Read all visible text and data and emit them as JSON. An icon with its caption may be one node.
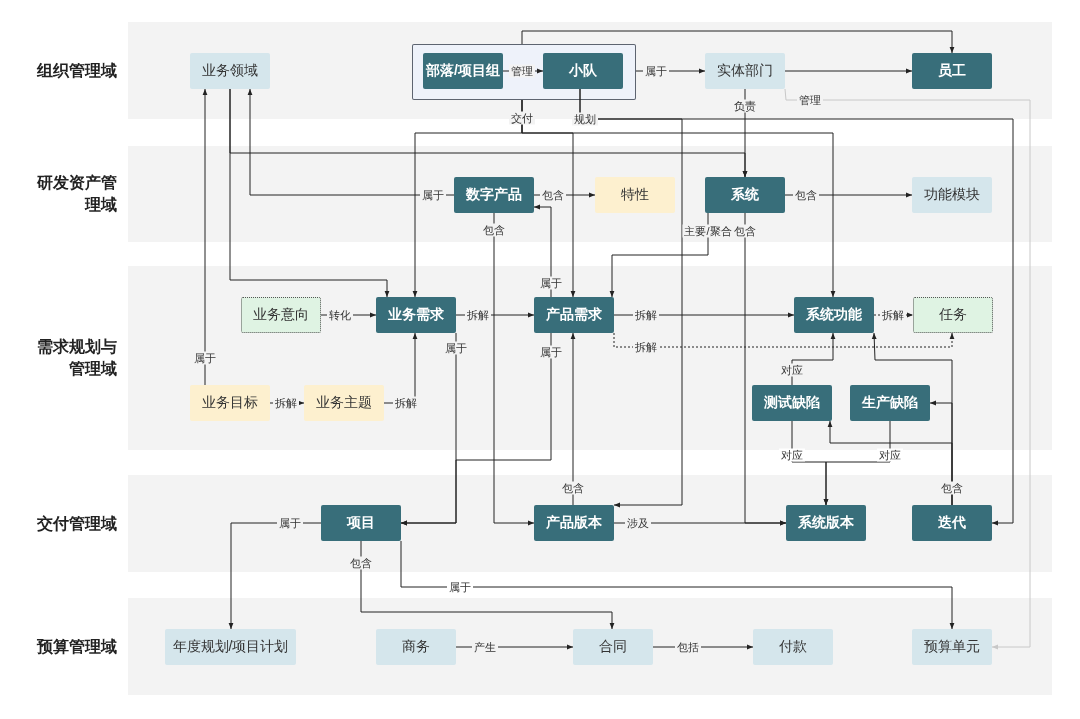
{
  "diagram": {
    "nodes": [
      {
        "text": [
          "组织管理域"
        ]
      },
      {
        "text": [
          "研发资产管理域"
        ]
      },
      {
        "text": [
          "需求规划与管理域"
        ]
      },
      {
        "text": [
          "交付管理域"
        ]
      },
      {
        "text": [
          "预算管理域"
        ]
      },
      {
        "text": [
          "业务领域"
        ],
        "in": 0
      },
      {
        "text": [],
        "shape": "box",
        "in": 0
      },
      {
        "text": [
          "部落/项目组"
        ],
        "in": 6
      },
      {
        "text": [
          "小队"
        ],
        "in": 6
      },
      {
        "text": [
          "实体部门"
        ],
        "in": 0
      },
      {
        "text": [
          "员工"
        ],
        "in": 0
      },
      {
        "text": [
          "数字产品"
        ],
        "in": 1
      },
      {
        "text": [
          "特性"
        ],
        "in": 1
      },
      {
        "text": [
          "系统"
        ],
        "in": 1
      },
      {
        "text": [
          "功能模块"
        ],
        "in": 1
      },
      {
        "text": [
          "业务意向"
        ],
        "in": 2
      },
      {
        "text": [
          "业务需求"
        ],
        "in": 2
      },
      {
        "text": [
          "产品需求"
        ],
        "in": 2
      },
      {
        "text": [
          "系统功能"
        ],
        "in": 2
      },
      {
        "text": [
          "任务"
        ],
        "in": 2
      },
      {
        "text": [
          "业务目标"
        ],
        "in": 2
      },
      {
        "text": [
          "业务主题"
        ],
        "in": 2
      },
      {
        "text": [
          "测试缺陷"
        ],
        "in": 2
      },
      {
        "text": [
          "生产缺陷"
        ],
        "in": 2
      },
      {
        "text": [
          "项目"
        ],
        "in": 3
      },
      {
        "text": [
          "产品版本"
        ],
        "in": 3
      },
      {
        "text": [
          "系统版本"
        ],
        "in": 3
      },
      {
        "text": [
          "迭代"
        ],
        "in": 3
      },
      {
        "text": [
          "年度规划/项目计划"
        ],
        "in": 4
      },
      {
        "text": [
          "商务"
        ],
        "in": 4
      },
      {
        "text": [
          "合同"
        ],
        "in": 4
      },
      {
        "text": [
          "付款"
        ],
        "in": 4
      },
      {
        "text": [
          "预算单元"
        ],
        "in": 4
      }
    ],
    "edges": [
      {
        "from": 7,
        "to": 8,
        "arrow": "to",
        "label": "管理"
      },
      {
        "from": 6,
        "to": 9,
        "arrow": "to",
        "label": "属于"
      },
      {
        "from": 9,
        "to": 10,
        "arrow": "to"
      },
      {
        "from": 6,
        "to": 10,
        "arrow": "to"
      },
      {
        "from": 9,
        "to": 13,
        "arrow": "to",
        "label": "负责"
      },
      {
        "from": 9,
        "to": 32,
        "arrow": "to",
        "label": "管理",
        "color": "#c8c8c8"
      },
      {
        "from": 6,
        "to": 16,
        "arrow": "to",
        "label": "交付"
      },
      {
        "from": 6,
        "to": 17,
        "arrow": "to"
      },
      {
        "from": 6,
        "to": 18,
        "arrow": "to"
      },
      {
        "from": 8,
        "to": 25,
        "arrow": "to",
        "label": "规划"
      },
      {
        "from": 8,
        "to": 27,
        "arrow": "to"
      },
      {
        "from": 20,
        "to": 5,
        "arrow": "to",
        "label": "属于"
      },
      {
        "from": 5,
        "to": 13,
        "arrow": "to"
      },
      {
        "from": 5,
        "to": 16,
        "arrow": "to"
      },
      {
        "from": 11,
        "to": 5,
        "arrow": "to",
        "label": "属于"
      },
      {
        "from": 11,
        "to": 12,
        "arrow": "to",
        "label": "包含"
      },
      {
        "from": 13,
        "to": 14,
        "arrow": "to",
        "label": "包含"
      },
      {
        "from": 11,
        "to": 25,
        "arrow": "to",
        "label": "包含"
      },
      {
        "from": 13,
        "to": 17,
        "arrow": "to",
        "label": "主要/聚合"
      },
      {
        "from": 13,
        "to": 26,
        "arrow": "to",
        "label": "包含"
      },
      {
        "from": 17,
        "to": 11,
        "arrow": "to",
        "label": "属于"
      },
      {
        "from": 15,
        "to": 16,
        "arrow": "to",
        "label": "转化"
      },
      {
        "from": 16,
        "to": 17,
        "arrow": "to",
        "label": "拆解"
      },
      {
        "from": 17,
        "to": 18,
        "arrow": "to",
        "label": "拆解"
      },
      {
        "from": 18,
        "to": 19,
        "arrow": "to",
        "label": "拆解",
        "style": "dashed"
      },
      {
        "from": 17,
        "to": 19,
        "arrow": "to",
        "label": "拆解",
        "style": "dashed"
      },
      {
        "from": 20,
        "to": 21,
        "arrow": "to",
        "label": "拆解"
      },
      {
        "from": 21,
        "to": 16,
        "arrow": "to",
        "label": "拆解"
      },
      {
        "from": 16,
        "to": 24,
        "arrow": "to",
        "label": "属于"
      },
      {
        "from": 17,
        "to": 24,
        "arrow": "to",
        "label": "属于"
      },
      {
        "from": 22,
        "to": 18,
        "arrow": "to",
        "label": "对应"
      },
      {
        "from": 27,
        "to": 18,
        "arrow": "to",
        "label": "包含"
      },
      {
        "from": 27,
        "to": 23,
        "arrow": "to"
      },
      {
        "from": 27,
        "to": 22,
        "arrow": "to"
      },
      {
        "from": 22,
        "to": 26,
        "arrow": "to",
        "label": "对应"
      },
      {
        "from": 23,
        "to": 26,
        "arrow": "to",
        "label": "对应"
      },
      {
        "from": 25,
        "to": 17,
        "arrow": "to",
        "label": "包含"
      },
      {
        "from": 25,
        "to": 26,
        "arrow": "to",
        "label": "涉及"
      },
      {
        "from": 24,
        "to": 28,
        "arrow": "to",
        "label": "属于"
      },
      {
        "from": 24,
        "to": 30,
        "arrow": "to",
        "label": "包含"
      },
      {
        "from": 24,
        "to": 32,
        "arrow": "to",
        "label": "属于"
      },
      {
        "from": 29,
        "to": 30,
        "arrow": "to",
        "label": "产生"
      },
      {
        "from": 30,
        "to": 31,
        "arrow": "to",
        "label": "包括"
      }
    ]
  }
}
